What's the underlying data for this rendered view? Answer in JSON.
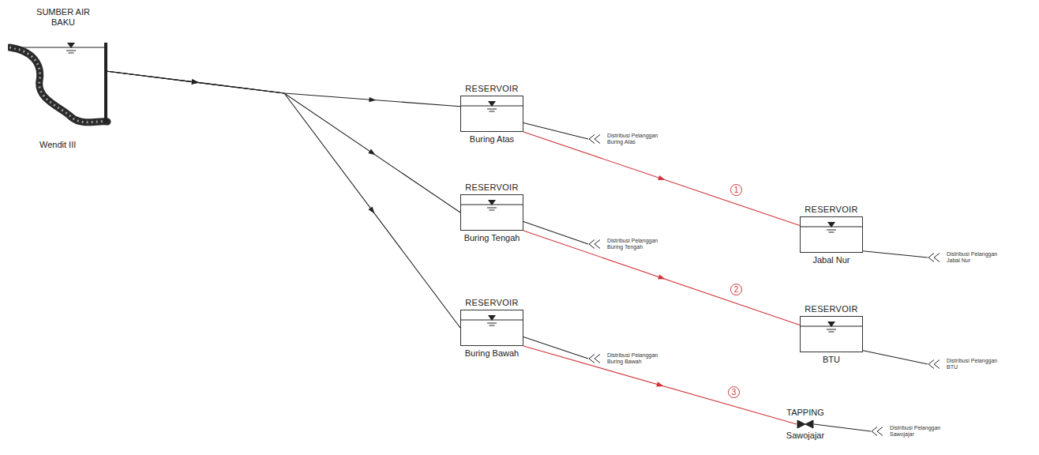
{
  "diagram": {
    "nodes": [
      {
        "text": [
          "SUMBER AIR BAKU",
          "Wendit III"
        ]
      },
      {
        "text": [
          "RESERVOIR",
          "Buring Atas"
        ]
      },
      {
        "text": [
          "Distribusi Pelanggan Buring Atas"
        ]
      },
      {
        "text": [
          "RESERVOIR",
          "Buring Tengah"
        ]
      },
      {
        "text": [
          "Distribusi Pelanggan Buring Tengah"
        ]
      },
      {
        "text": [
          "RESERVOIR",
          "Buring Bawah"
        ]
      },
      {
        "text": [
          "Distribusi Pelanggan Buring Bawah"
        ]
      },
      {
        "text": [
          "RESERVOIR",
          "Jabal Nur"
        ]
      },
      {
        "text": [
          "Distribusi Pelanggan Jabal Nur"
        ]
      },
      {
        "text": [
          "RESERVOIR",
          "BTU"
        ]
      },
      {
        "text": [
          "Distribusi Pelanggan BTU"
        ]
      },
      {
        "text": [
          "TAPPING",
          "Sawojajar"
        ]
      },
      {
        "text": [
          "Distribusi Pelanggan Sawojajar"
        ]
      }
    ],
    "edges": [
      {
        "from": 0,
        "to": 1,
        "arrow": "to"
      },
      {
        "from": 0,
        "to": 3,
        "arrow": "to"
      },
      {
        "from": 0,
        "to": 5,
        "arrow": "to"
      },
      {
        "from": 1,
        "to": 2,
        "arrow": "none"
      },
      {
        "from": 1,
        "to": 7,
        "label": "1",
        "arrow": "to"
      },
      {
        "from": 3,
        "to": 4,
        "arrow": "none"
      },
      {
        "from": 3,
        "to": 9,
        "label": "2",
        "arrow": "to"
      },
      {
        "from": 5,
        "to": 6,
        "arrow": "none"
      },
      {
        "from": 5,
        "to": 11,
        "label": "3",
        "arrow": "to"
      },
      {
        "from": 7,
        "to": 8,
        "arrow": "none"
      },
      {
        "from": 9,
        "to": 10,
        "arrow": "none"
      },
      {
        "from": 11,
        "to": 12,
        "arrow": "none"
      }
    ]
  }
}
